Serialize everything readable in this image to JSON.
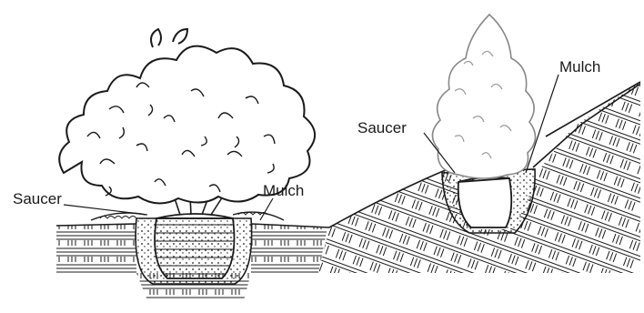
{
  "labels": {
    "saucer_left": "Saucer",
    "mulch_left": "Mulch",
    "saucer_right": "Saucer",
    "mulch_right": "Mulch"
  },
  "colors": {
    "ink": "#1a1a1a",
    "background": "#ffffff"
  }
}
